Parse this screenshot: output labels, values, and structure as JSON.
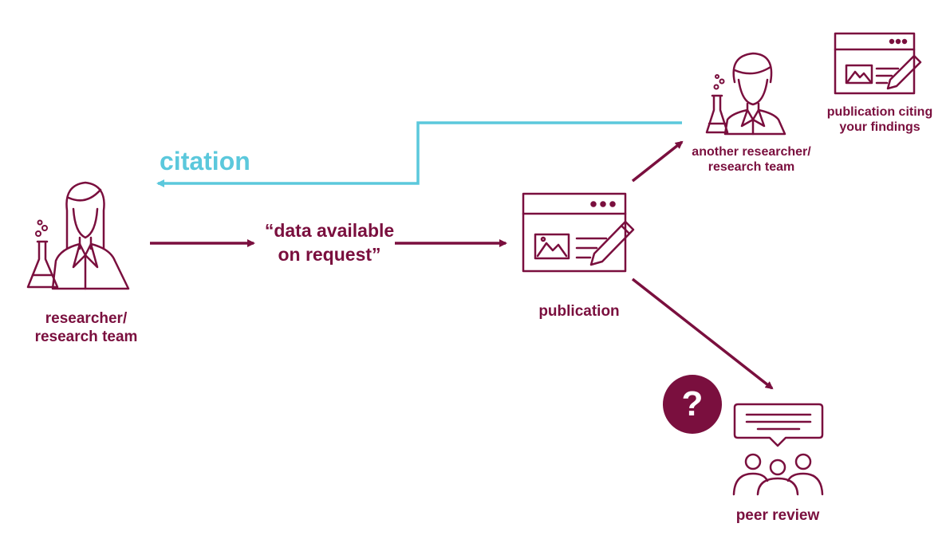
{
  "colors": {
    "primary": "#7a0f3e",
    "citation": "#5bc8dc",
    "background": "#ffffff"
  },
  "labels": {
    "researcher": [
      "researcher/",
      "research team"
    ],
    "data_request": [
      "“data available",
      "on request”"
    ],
    "publication": "publication",
    "another_researcher": [
      "another researcher/",
      "research team"
    ],
    "publication_citing": [
      "publication citing",
      "your findings"
    ],
    "peer_review": "peer review",
    "citation": "citation",
    "question_mark": "?"
  },
  "icons": {
    "researcher": "female-scientist-icon",
    "publication": "document-edit-icon",
    "another_researcher": "male-scientist-icon",
    "publication_citing": "document-edit-icon",
    "peer_review": "group-discussion-icon",
    "question": "question-mark-icon"
  }
}
